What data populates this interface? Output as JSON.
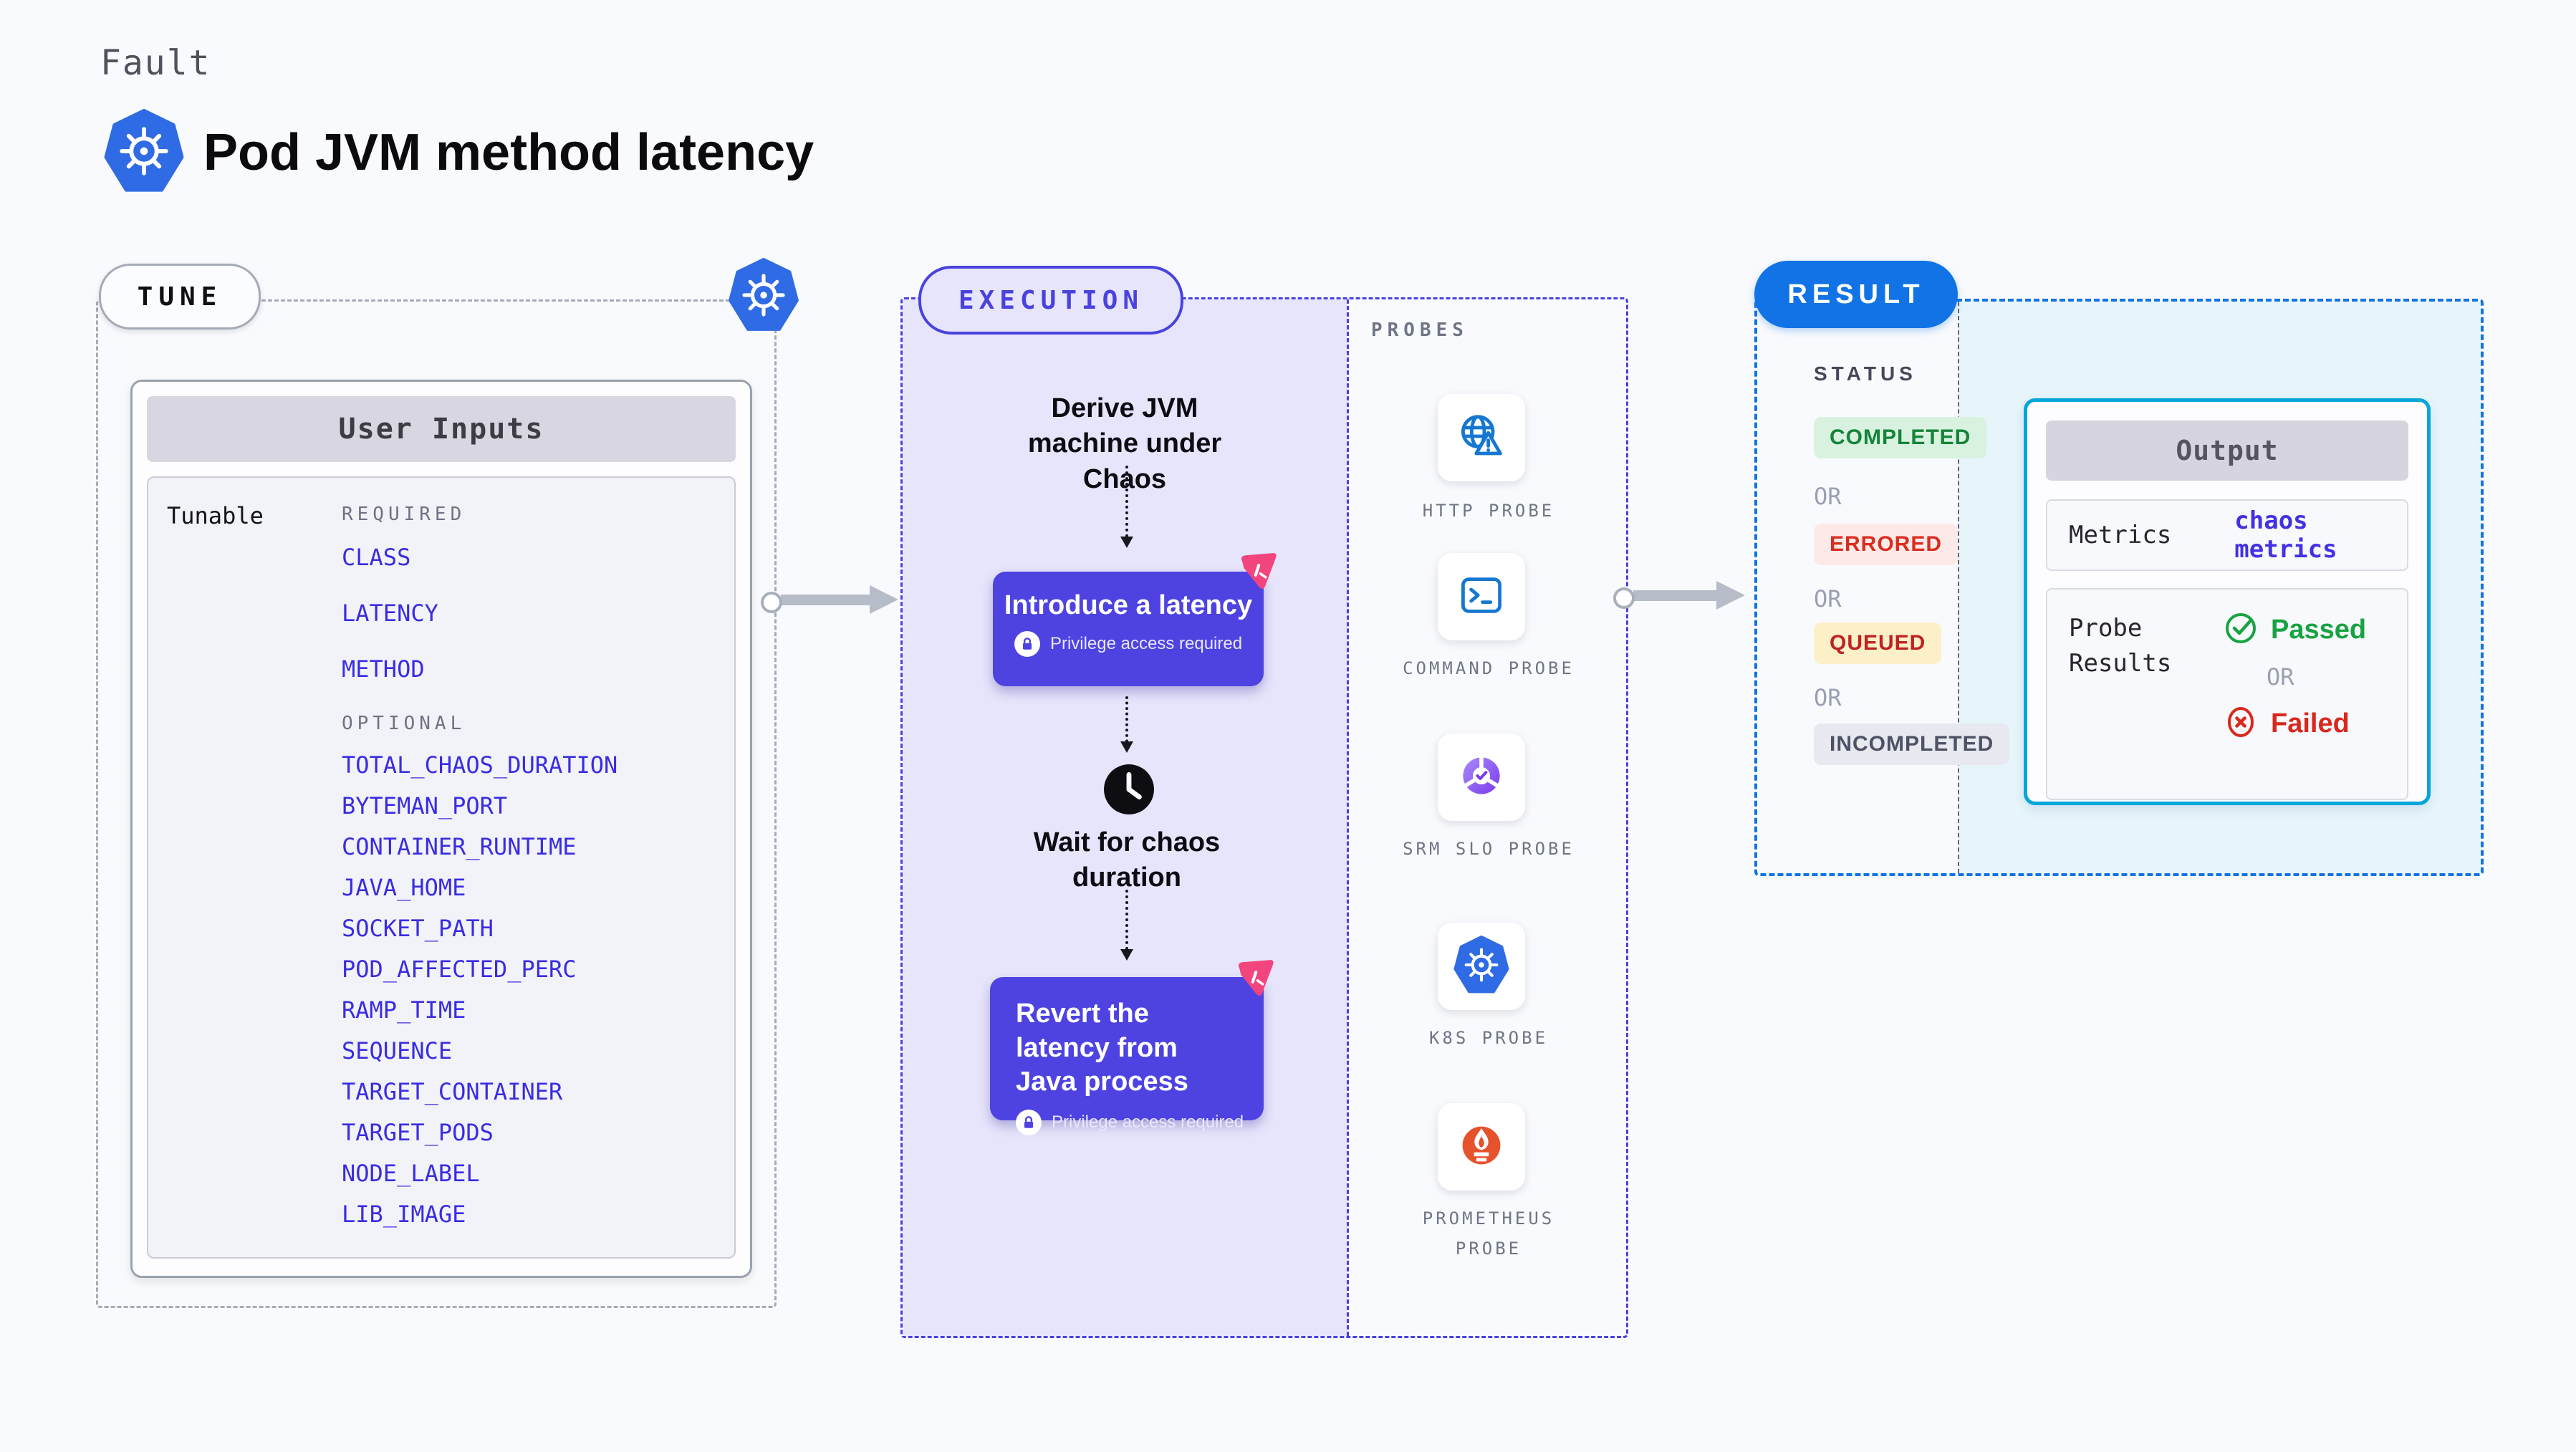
{
  "colors": {
    "page_bg": "#f9fafd",
    "accent_indigo": "#4a42df",
    "card_indigo": "#4e43e1",
    "param_blue": "#3a2ce2",
    "k8s_blue": "#2f6be4",
    "result_blue": "#1173e5",
    "output_border_cyan": "#07a6d9",
    "pink": "#f2457e",
    "probe_icon_blue": "#1677d2",
    "prometheus_orange": "#e6522c",
    "success_green": "#17a342",
    "fail_red": "#d9281c"
  },
  "header": {
    "kicker": "Fault",
    "title": "Pod JVM method latency",
    "icon": "kubernetes-icon"
  },
  "tune": {
    "badge": "TUNE",
    "panel_title": "User Inputs",
    "row_label": "Tunable",
    "required_label": "REQUIRED",
    "required_params": [
      "CLASS",
      "LATENCY",
      "METHOD"
    ],
    "optional_label": "OPTIONAL",
    "optional_params": [
      "TOTAL_CHAOS_DURATION",
      "BYTEMAN_PORT",
      "CONTAINER_RUNTIME",
      "JAVA_HOME",
      "SOCKET_PATH",
      "POD_AFFECTED_PERC",
      "RAMP_TIME",
      "SEQUENCE",
      "TARGET_CONTAINER",
      "TARGET_PODS",
      "NODE_LABEL",
      "LIB_IMAGE"
    ]
  },
  "execution": {
    "badge": "EXECUTION",
    "step_derive": "Derive JVM machine under Chaos",
    "card_introduce": {
      "title": "Introduce a latency",
      "note": "Privilege access required",
      "icon": "lock-icon"
    },
    "step_wait": "Wait for chaos duration",
    "wait_icon": "clock-icon",
    "card_revert": {
      "title": "Revert the latency from Java process",
      "note": "Privilege access required",
      "icon": "lock-icon"
    }
  },
  "probes": {
    "label": "PROBES",
    "items": [
      {
        "name": "HTTP PROBE",
        "icon": "globe-alert-icon"
      },
      {
        "name": "COMMAND PROBE",
        "icon": "terminal-icon"
      },
      {
        "name": "SRM SLO PROBE",
        "icon": "slo-wheel-icon"
      },
      {
        "name": "K8S PROBE",
        "icon": "kubernetes-icon"
      },
      {
        "name": "PROMETHEUS PROBE",
        "icon": "prometheus-flame-icon"
      }
    ]
  },
  "result": {
    "badge": "RESULT",
    "status_label": "STATUS",
    "or_label": "OR",
    "statuses": [
      {
        "label": "COMPLETED",
        "color": "#15843a",
        "bg": "#d9f2df"
      },
      {
        "label": "ERRORED",
        "color": "#d92d20",
        "bg": "#fdeae8"
      },
      {
        "label": "QUEUED",
        "color": "#bf2222",
        "bg": "#fcf0c8"
      },
      {
        "label": "INCOMPLETED",
        "color": "#4d5364",
        "bg": "#e8e8f1"
      }
    ],
    "output": {
      "title": "Output",
      "metrics_label": "Metrics",
      "metrics_value": "chaos metrics",
      "probe_results_label": "Probe Results",
      "passed_label": "Passed",
      "or_label": "OR",
      "failed_label": "Failed",
      "passed_icon": "check-circle-icon",
      "failed_icon": "x-circle-icon"
    }
  }
}
